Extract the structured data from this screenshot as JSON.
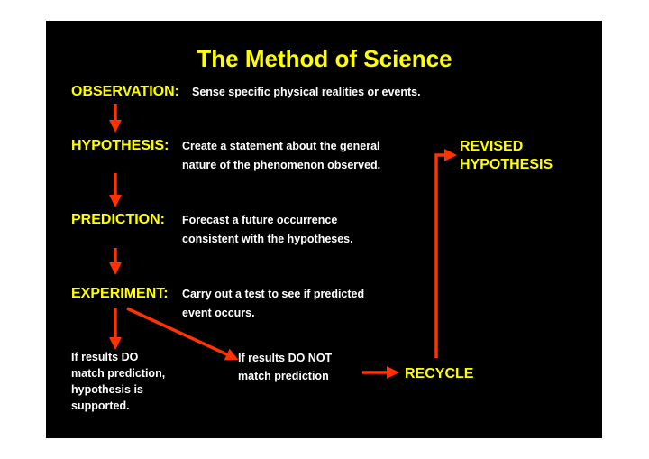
{
  "title": "The Method of Science",
  "steps": {
    "observation": {
      "label": "OBSERVATION:",
      "text": "Sense specific physical realities or events."
    },
    "hypothesis": {
      "label": "HYPOTHESIS:",
      "line1": "Create a statement about the general",
      "line2": "nature of the phenomenon observed."
    },
    "prediction": {
      "label": "PREDICTION:",
      "line1": "Forecast a future occurrence",
      "line2": "consistent with the hypotheses."
    },
    "experiment": {
      "label": "EXPERIMENT:",
      "line1": "Carry out a test to see if predicted",
      "line2": "event occurs."
    }
  },
  "outcomes": {
    "match": [
      "If results DO",
      "match prediction,",
      "hypothesis is",
      "supported."
    ],
    "nomatch": [
      "If results DO NOT",
      "match prediction"
    ]
  },
  "recycle": "RECYCLE",
  "revised": [
    "REVISED",
    "HYPOTHESIS"
  ],
  "colors": {
    "background": "#000000",
    "heading": "#ffff00",
    "body": "#ffffff",
    "arrow": "#ff3300"
  }
}
